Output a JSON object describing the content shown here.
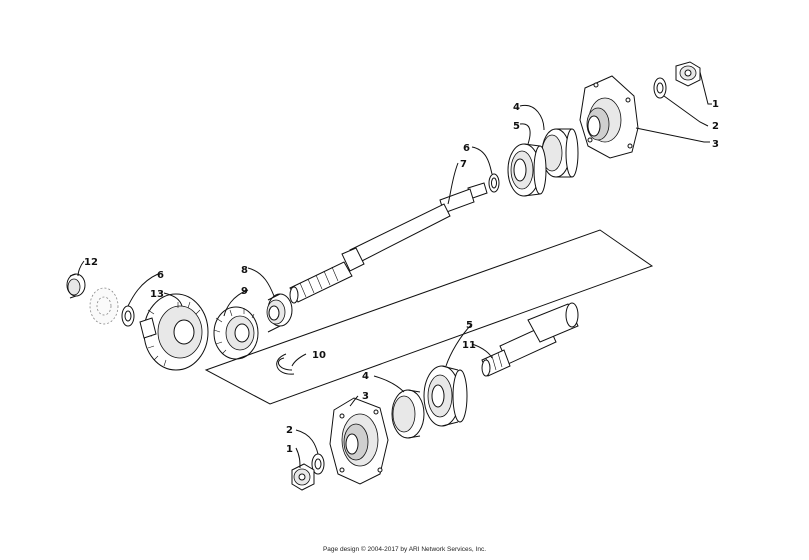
{
  "callouts": {
    "c1_top": "1",
    "c2_top": "2",
    "c3_top": "3",
    "c4_top": "4",
    "c5_top": "5",
    "c6_top": "6",
    "c7": "7",
    "c8": "8",
    "c9": "9",
    "c10": "10",
    "c11": "11",
    "c12": "12",
    "c13": "13",
    "c6_left": "6",
    "c5_bottom": "5",
    "c4_bottom": "4",
    "c3_bottom": "3",
    "c2_bottom": "2",
    "c1_bottom": "1"
  },
  "footer": {
    "text": "Page design © 2004-2017 by ARI Network Services, Inc."
  }
}
